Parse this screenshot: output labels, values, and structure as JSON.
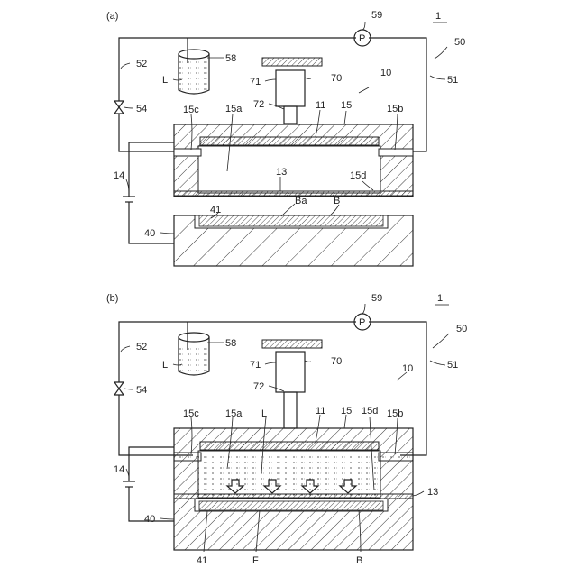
{
  "panels": [
    {
      "id": "a",
      "tag": "(a)",
      "device_label": "1",
      "refs": {
        "r59": "59",
        "rP": "P",
        "r58": "58",
        "rL": "L",
        "r52": "52",
        "r54": "54",
        "r71": "71",
        "r70": "70",
        "r72": "72",
        "r10": "10",
        "r50": "50",
        "r51": "51",
        "r15c": "15c",
        "r15a": "15a",
        "r11": "11",
        "r15": "15",
        "r15b": "15b",
        "r13": "13",
        "r15d": "15d",
        "r14": "14",
        "r41": "41",
        "rBa": "Ba",
        "rB": "B",
        "r40": "40"
      }
    },
    {
      "id": "b",
      "tag": "(b)",
      "device_label": "1",
      "refs": {
        "r59": "59",
        "rP": "P",
        "r58": "58",
        "rL": "L",
        "r52": "52",
        "r54": "54",
        "r71": "71",
        "r70": "70",
        "r72": "72",
        "r10": "10",
        "r50": "50",
        "r51": "51",
        "r15c": "15c",
        "r15a": "15a",
        "rL2": "L",
        "r11": "11",
        "r15": "15",
        "r15d": "15d",
        "r15b": "15b",
        "r13": "13",
        "r14": "14",
        "r40": "40",
        "r41": "41",
        "rF": "F",
        "rB": "B"
      }
    }
  ]
}
